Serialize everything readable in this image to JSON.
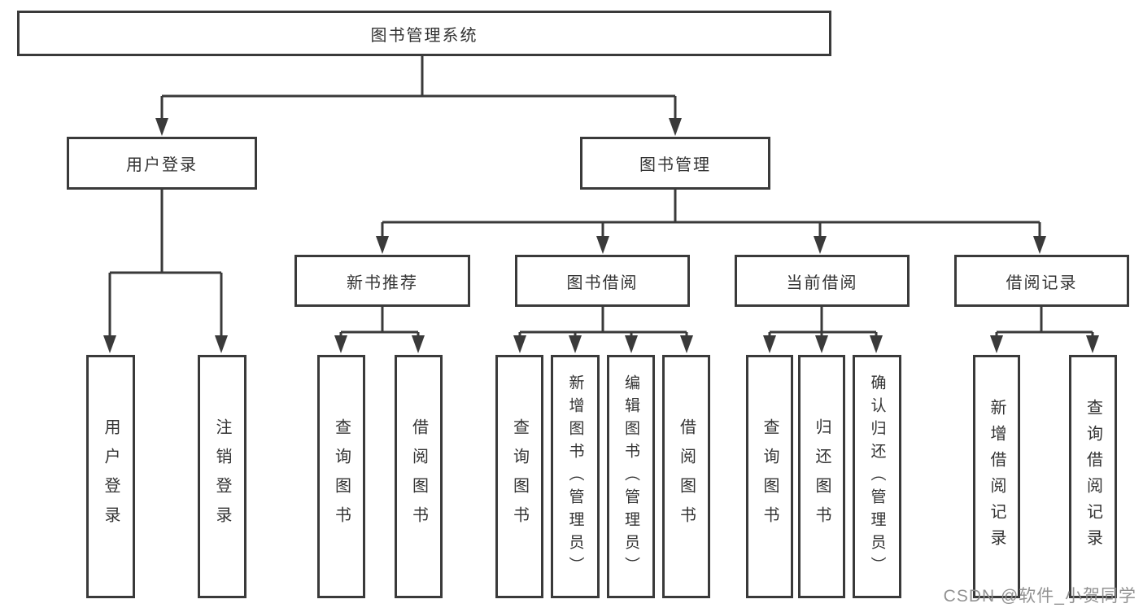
{
  "diagram": {
    "title": "图书管理系统",
    "branches": [
      {
        "label": "用户登录",
        "children": [
          {
            "label": "用户登录"
          },
          {
            "label": "注销登录"
          }
        ]
      },
      {
        "label": "图书管理",
        "children": [
          {
            "label": "新书推荐",
            "children": [
              {
                "label": "查询图书"
              },
              {
                "label": "借阅图书"
              }
            ]
          },
          {
            "label": "图书借阅",
            "children": [
              {
                "label": "查询图书"
              },
              {
                "label": "新增图书（管理员）"
              },
              {
                "label": "编辑图书（管理员）"
              },
              {
                "label": "借阅图书"
              }
            ]
          },
          {
            "label": "当前借阅",
            "children": [
              {
                "label": "查询图书"
              },
              {
                "label": "归还图书"
              },
              {
                "label": "确认归还（管理员）"
              }
            ]
          },
          {
            "label": "借阅记录",
            "children": [
              {
                "label": "新增借阅记录"
              },
              {
                "label": "查询借阅记录"
              }
            ]
          }
        ]
      }
    ]
  },
  "watermark": {
    "text": "CSDN @软件_小贺同学"
  },
  "colors": {
    "line": "#3a3a3a",
    "box_background": "#ffffff",
    "text": "#333333",
    "watermark": "#8c8c8c"
  }
}
